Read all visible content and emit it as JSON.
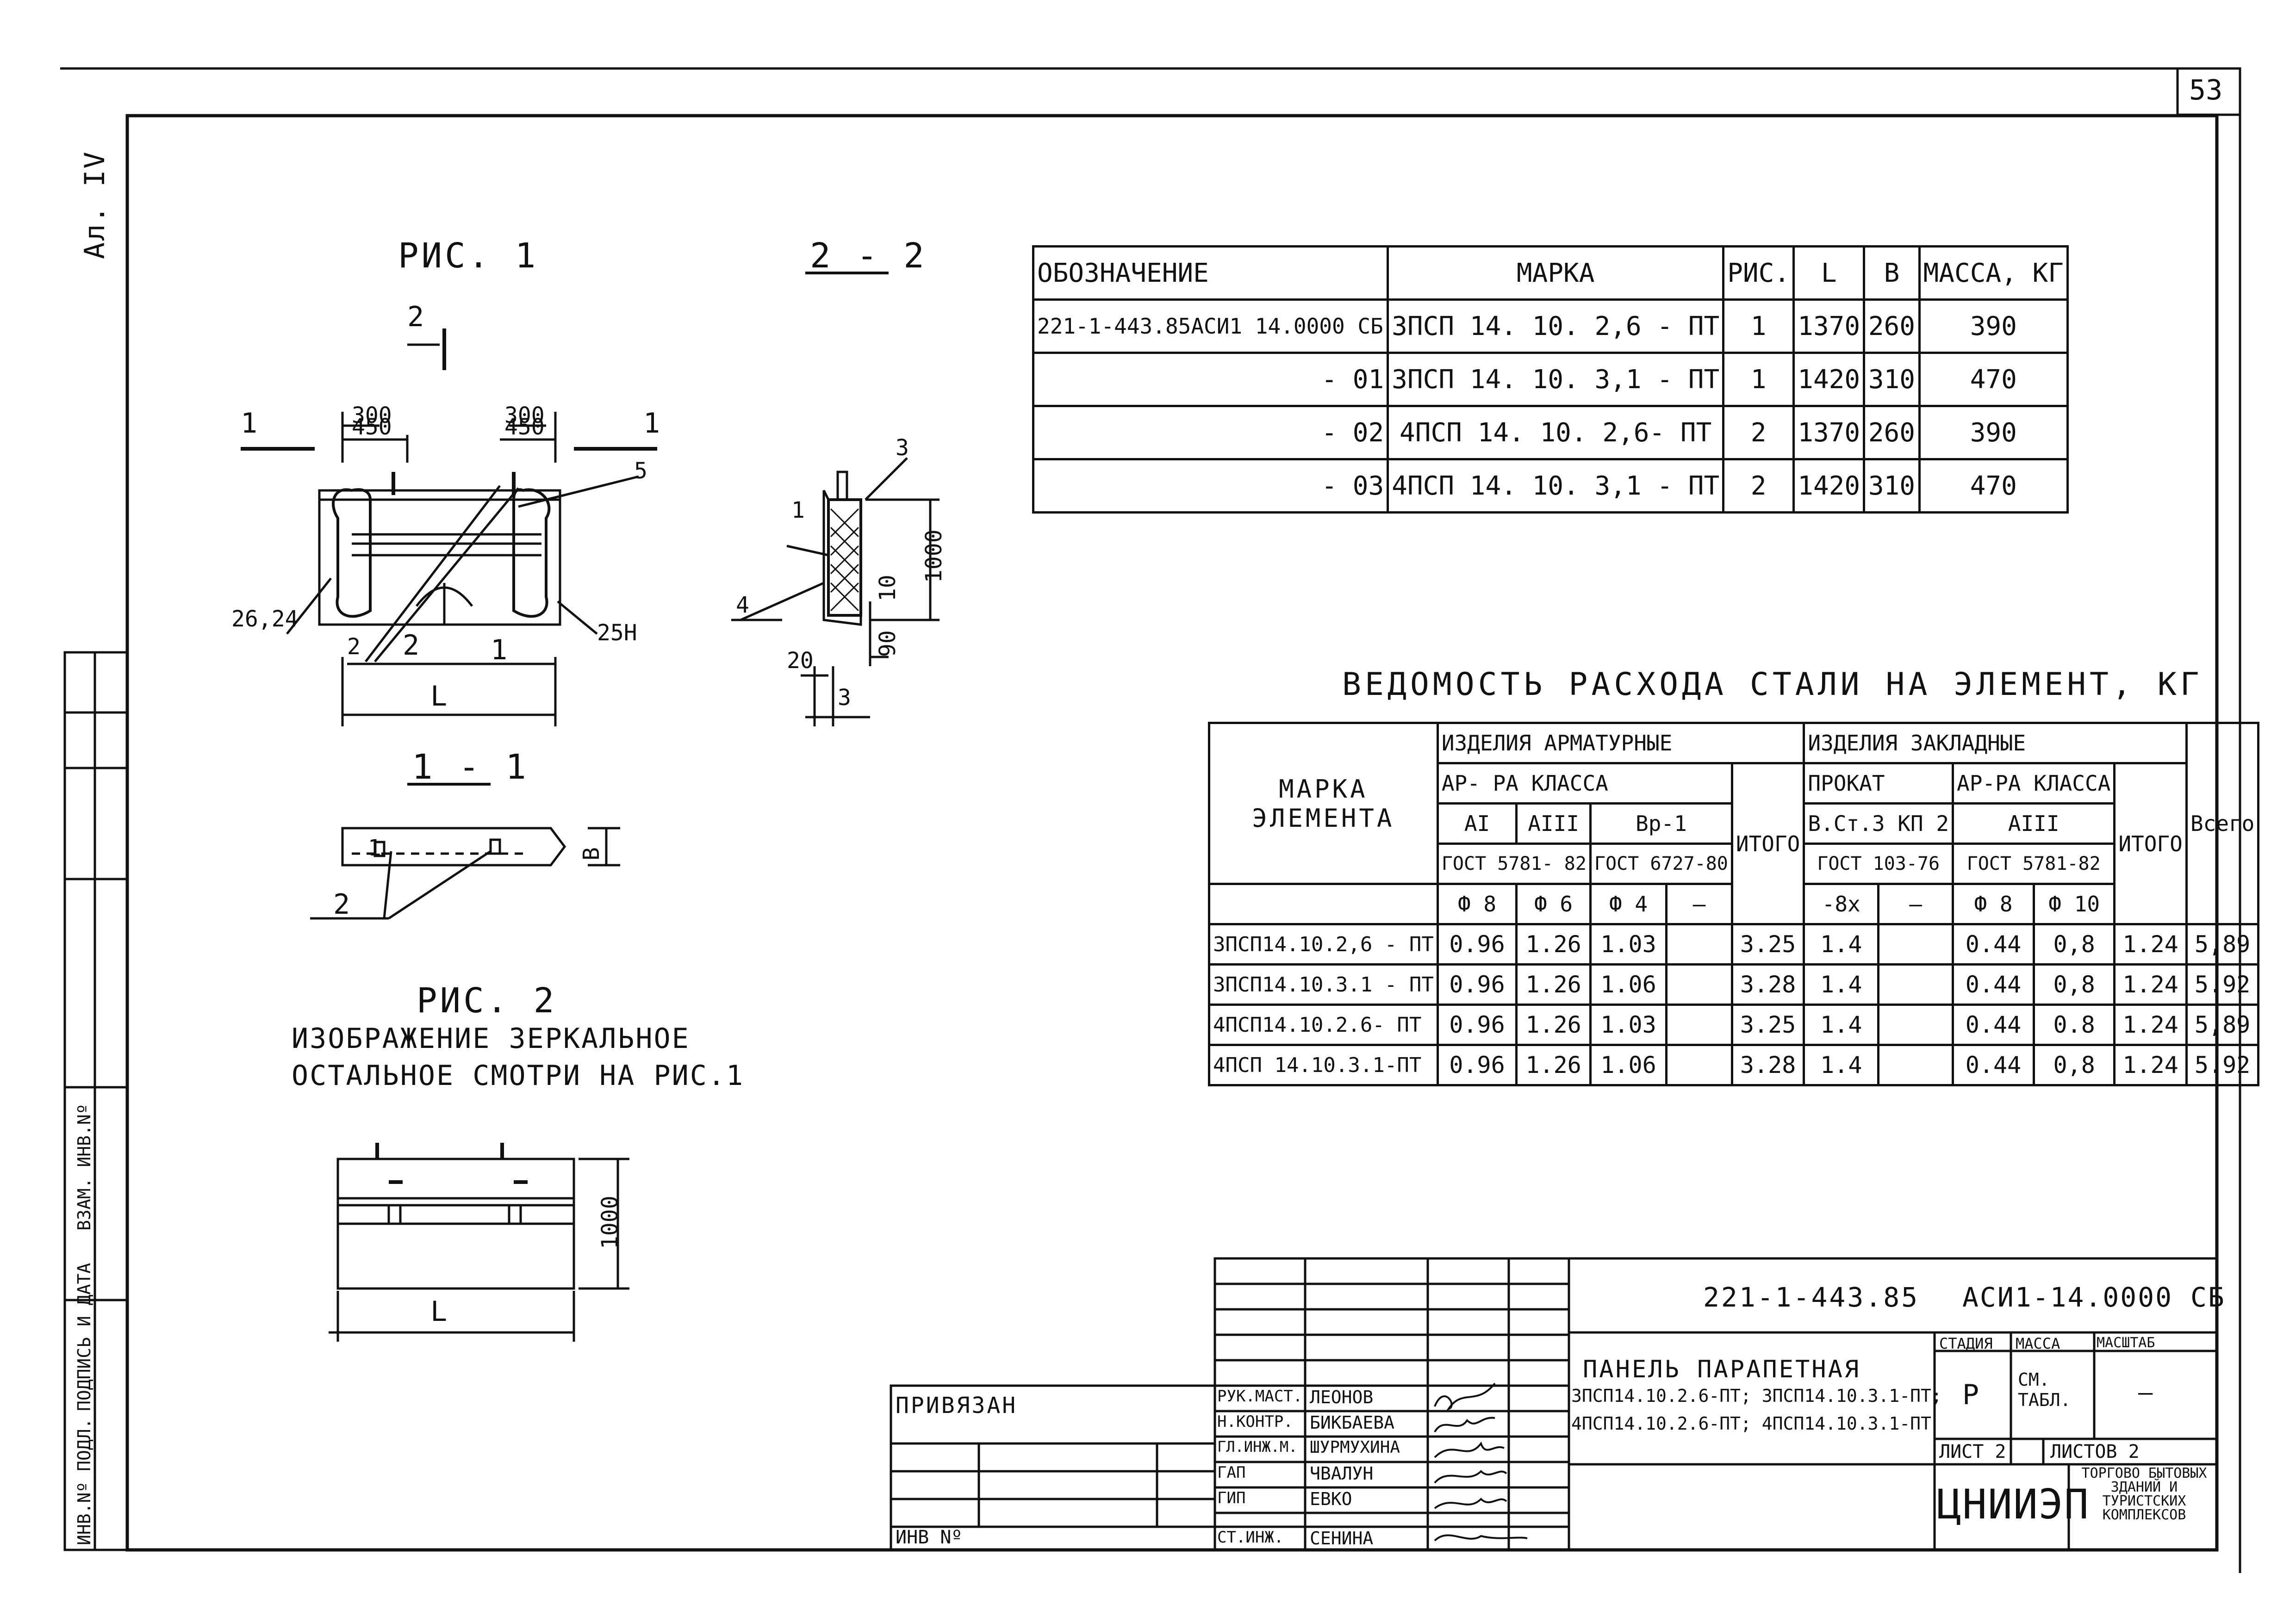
{
  "sheet_number": "53",
  "side_label": "Ал. IV",
  "side_stamp": {
    "inv_podl": "ИНВ.Nº ПОДЛ.",
    "signature_date": "ПОДПИСЬ И ДАТА",
    "vzam_inv": "ВЗАМ. ИНВ.Nº"
  },
  "fig1": {
    "title": "РИС. 1",
    "section_2": "2",
    "section_1": "1",
    "dims": {
      "d300a": "300",
      "d300b": "300",
      "d450a": "450",
      "d450b": "450",
      "L": "L"
    },
    "callouts": {
      "c26_24": "26,24",
      "c25H": "25Н",
      "c5": "5",
      "c2": "2",
      "c1": "1"
    }
  },
  "section22": {
    "title": "2 - 2",
    "labels": {
      "l1": "1",
      "l3": "3",
      "l4": "4",
      "d1000": "1000",
      "d10": "10",
      "d90": "90",
      "d20": "20",
      "d3": "3"
    }
  },
  "section11": {
    "title": "1 - 1",
    "label_1": "1",
    "label_2": "2",
    "label_B": "В"
  },
  "fig2": {
    "title": "РИС. 2",
    "note1": "ИЗОБРАЖЕНИЕ ЗЕРКАЛЬНОЕ",
    "note2": "ОСТАЛЬНОЕ СМОТРИ НА РИС.1",
    "dim_1000": "1000",
    "dim_L": "L"
  },
  "spec_table": {
    "headers": [
      "ОБОЗНАЧЕНИЕ",
      "МАРКА",
      "РИС.",
      "L",
      "В",
      "МАССА, КГ"
    ],
    "rows": [
      [
        "221-1-443.85АСИ1 14.0000 СБ",
        "3ПСП 14. 10. 2,6 - ПТ",
        "1",
        "1370",
        "260",
        "390"
      ],
      [
        "- 01",
        "3ПСП 14. 10. 3,1 - ПТ",
        "1",
        "1420",
        "310",
        "470"
      ],
      [
        "- 02",
        "4ПСП 14. 10. 2,6- ПТ",
        "2",
        "1370",
        "260",
        "390"
      ],
      [
        "- 03",
        "4ПСП 14. 10. 3,1 - ПТ",
        "2",
        "1420",
        "310",
        "470"
      ]
    ]
  },
  "steel_table": {
    "title": "ВЕДОМОСТЬ РАСХОДА СТАЛИ НА ЭЛЕМЕНТ, КГ",
    "h_mark": "МАРКА ЭЛЕМЕНТА",
    "h_arm": "ИЗДЕЛИЯ АРМАТУРНЫЕ",
    "h_zakl": "ИЗДЕЛИЯ ЗАКЛАДНЫЕ",
    "h_class": "АР- РА КЛАССА",
    "h_itogo1": "ИТОГО",
    "h_prokat": "ПРОКАТ",
    "h_class2": "АР-РА КЛАССА",
    "h_itogo2": "ИТОГО",
    "h_vsego": "Всего",
    "h_AI": "АI",
    "h_AIII": "АIII",
    "h_Vr1": "Вр-1",
    "h_vst3": "В.Ст.3 КП 2",
    "h_AIII2": "АIII",
    "h_gost5781": "ГОСТ 5781- 82",
    "h_gost6727": "ГОСТ 6727-80",
    "h_gost103": "ГОСТ 103-76",
    "h_gost5781b": "ГОСТ 5781-82",
    "h_f8": "Ф 8",
    "h_f6": "Ф 6",
    "h_f4": "Ф 4",
    "h_dash1": "—",
    "h_8x": "-8х",
    "h_dash2": "—",
    "h_f8b": "Ф 8",
    "h_f10": "Ф 10",
    "rows": [
      [
        "3ПСП14.10.2,6 - ПТ",
        "0.96",
        "1.26",
        "1.03",
        "",
        "3.25",
        "1.4",
        "",
        "0.44",
        "0,8",
        "1.24",
        "5,89"
      ],
      [
        "3ПСП14.10.3.1 - ПТ",
        "0.96",
        "1.26",
        "1.06",
        "",
        "3.28",
        "1.4",
        "",
        "0.44",
        "0,8",
        "1.24",
        "5.92"
      ],
      [
        "4ПСП14.10.2.6- ПТ",
        "0.96",
        "1.26",
        "1.03",
        "",
        "3.25",
        "1.4",
        "",
        "0.44",
        "0.8",
        "1.24",
        "5,89"
      ],
      [
        "4ПСП 14.10.3.1-ПТ",
        "0.96",
        "1.26",
        "1.06",
        "",
        "3.28",
        "1.4",
        "",
        "0.44",
        "0,8",
        "1.24",
        "5.92"
      ]
    ]
  },
  "title_block": {
    "code": "221-1-443.85",
    "doc": "АСИ1-14.0000 СБ",
    "name_line1": "ПАНЕЛЬ ПАРАПЕТНАЯ",
    "name_line2": "3ПСП14.10.2.6-ПТ; 3ПСП14.10.3.1-ПТ;",
    "name_line3": "4ПСП14.10.2.6-ПТ; 4ПСП14.10.3.1-ПТ",
    "stadiya": "СТАДИЯ",
    "massa": "МАССА",
    "masshtab": "МАСШТАБ",
    "stadiya_val": "Р",
    "massa_val": "СМ. ТАБЛ.",
    "masshtab_val": "—",
    "list": "ЛИСТ 2",
    "listov": "ЛИСТОВ 2",
    "org": "ЦНИИЭП",
    "org_sub": "ТОРГОВО БЫТОВЫХ ЗДАНИЙ И ТУРИСТСКИХ КОМПЛЕКСОВ",
    "privyazan": "ПРИВЯЗАН",
    "inv": "ИНВ Nº",
    "staff": [
      [
        "РУК.МАСТ.",
        "ЛЕОНОВ"
      ],
      [
        "Н.КОНТР.",
        "БИКБАЕВА"
      ],
      [
        "ГЛ.ИНЖ.М.",
        "ШУРМУХИНА"
      ],
      [
        "ГАП",
        "ЧВАЛУН"
      ],
      [
        "ГИП",
        "ЕВКО"
      ],
      [
        "СТ.ИНЖ.",
        "СЕНИНА"
      ]
    ]
  }
}
